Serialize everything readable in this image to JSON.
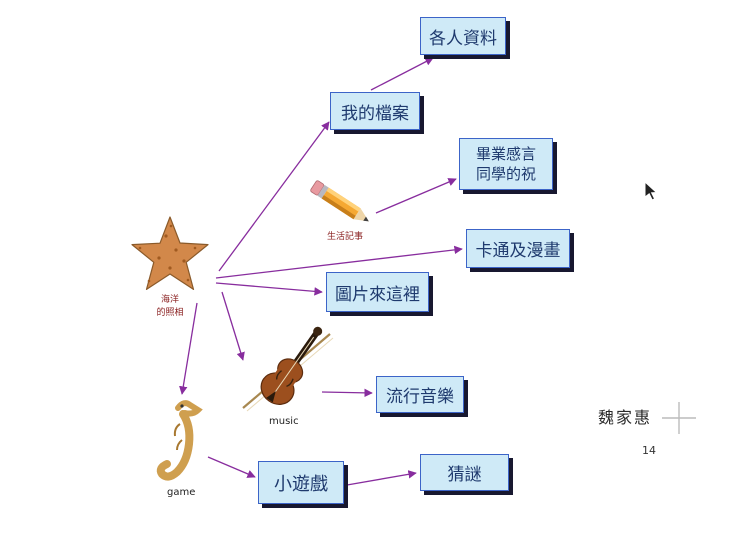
{
  "slide": {
    "author": "魏家惠",
    "page_number": "14"
  },
  "nodes": {
    "personal_info": {
      "label": "各人資料"
    },
    "my_files": {
      "label": "我的檔案"
    },
    "graduation": {
      "line1": "畢業感言",
      "line2": "同學的祝"
    },
    "cartoons": {
      "label": "卡通及漫畫"
    },
    "pictures": {
      "label": "圖片來這裡"
    },
    "pop_music": {
      "label": "流行音樂"
    },
    "mini_games": {
      "label": "小遊戲"
    },
    "riddles": {
      "label": "猜謎"
    }
  },
  "captions": {
    "pencil_label": "生活記事",
    "starfish_line1": "海洋",
    "starfish_line2": "的照相",
    "violin_label": "music",
    "seahorse_label": "game"
  },
  "images": [
    "starfish",
    "pencil",
    "violin",
    "seahorse"
  ],
  "colors": {
    "box_fill": "#cfeaf7",
    "box_border": "#3c64c8",
    "box_shadow": "#181830",
    "box_text": "#1f3a6e",
    "arrow": "#882d9e",
    "caption_red": "#8b2222"
  }
}
